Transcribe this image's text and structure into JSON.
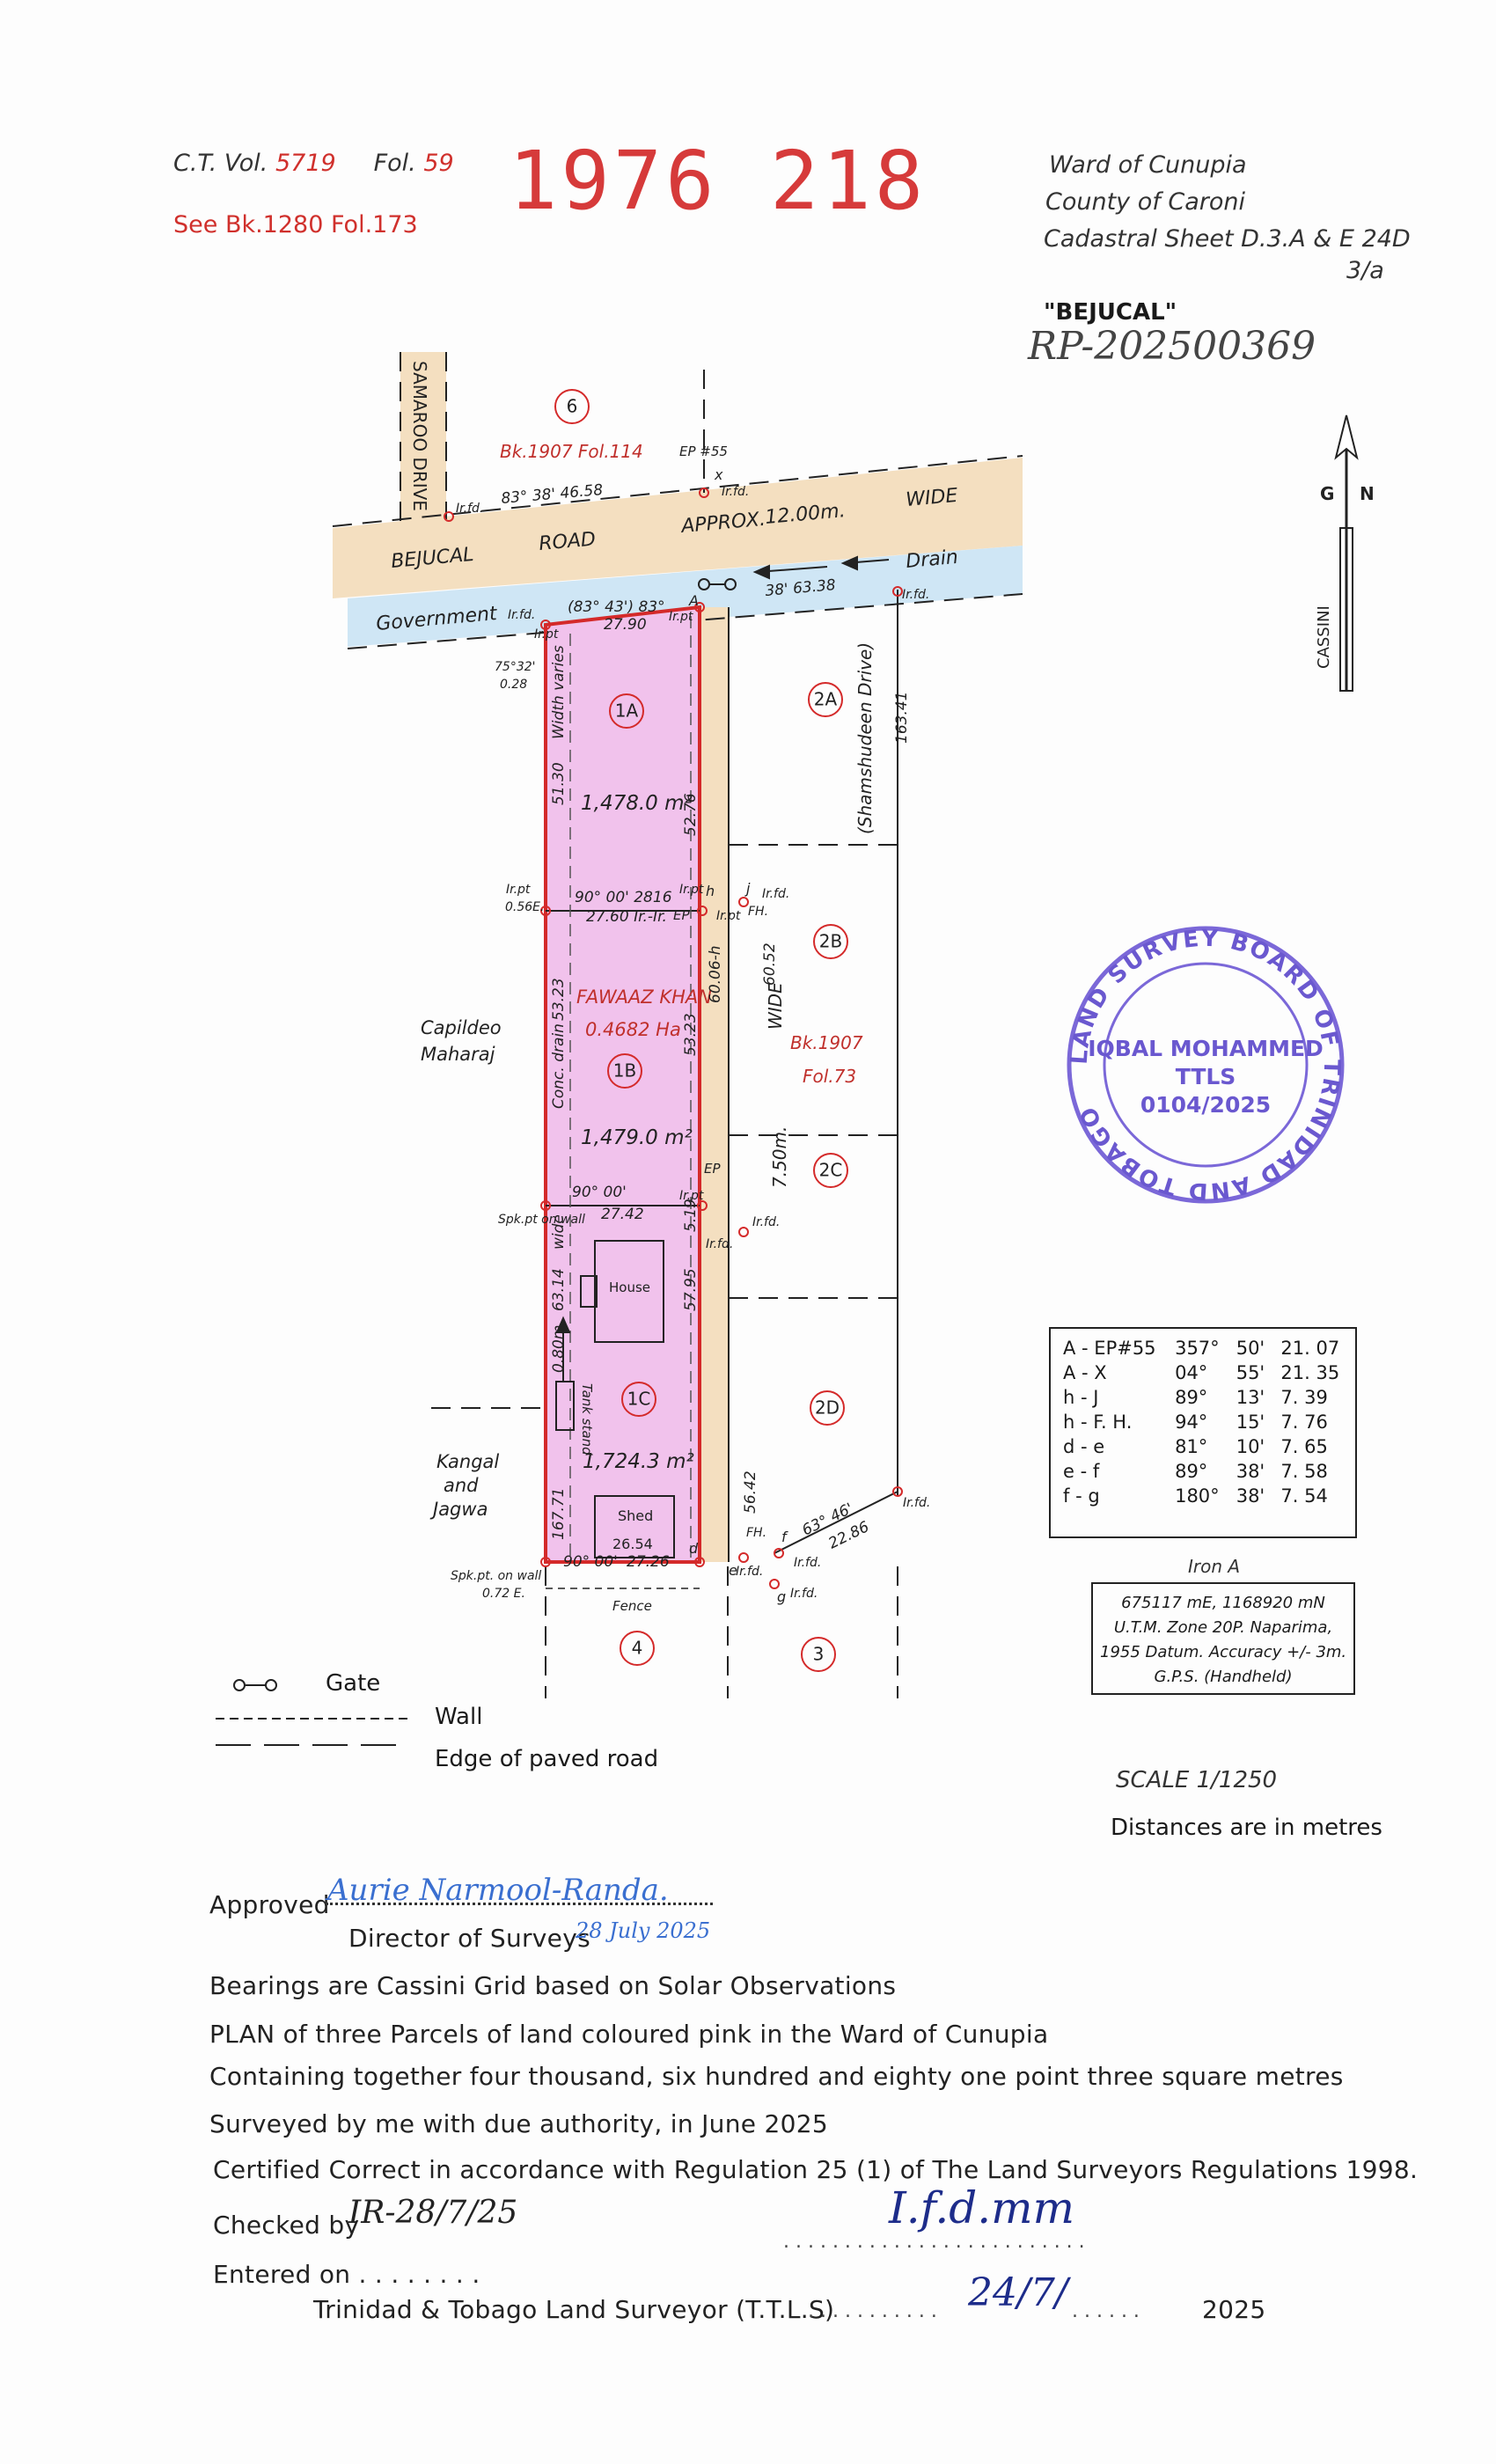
{
  "header": {
    "ct_vol_label": "C.T. Vol.",
    "ct_vol_value": "5719",
    "fol_label": "Fol.",
    "fol_value": "59",
    "see_ref": "See Bk.1280 Fol.173",
    "plan_number": "1976 218",
    "ward": "Ward of Cunupia",
    "county": "County of Caroni",
    "cadastral_sheet": "Cadastral Sheet D.3.A & E 24D",
    "cadastral_sub": "3/a",
    "locality": "\"BEJUCAL\"",
    "rp_number": "RP-202500369"
  },
  "plan": {
    "road_vertical": "SAMAROO DRIVE",
    "road_main_words": [
      "BEJUCAL",
      "ROAD",
      "APPROX.",
      "12.00m.",
      "WIDE"
    ],
    "drain_label": "Drain",
    "government_label": "Government",
    "ep55": "EP\n#55",
    "ep_label": "EP",
    "parcel_6": "6",
    "parcel_1A": "1A",
    "parcel_1B": "1B",
    "parcel_1C": "1C",
    "parcel_2A": "2A",
    "parcel_2B": "2B",
    "parcel_2C": "2C",
    "parcel_2D": "2D",
    "parcel_3": "3",
    "parcel_4": "4",
    "bk1907_top": "Bk.1907 Fol.114",
    "bk1907_side": "Bk.1907",
    "fol73": "Fol.73",
    "area_1A": "1,478.0 m²",
    "area_1B": "1,479.0 m²",
    "area_1C": "1,724.3 m²",
    "owner_name": "FAWAAZ KHAN",
    "owner_area": "0.4682 Ha",
    "shamshudeen": "(Shamshudeen Drive)",
    "wide_label": "WIDE",
    "width_750": "7.50m.",
    "capildeo": "Capildeo",
    "maharaj": "Maharaj",
    "kangal": "Kangal",
    "and": "and",
    "jagwa": "Jagwa",
    "house": "House",
    "tank_stand": "Tank stand",
    "shed": "Shed",
    "shed_dim": "26.54",
    "fence": "Fence",
    "spkpt_wall": "Spk.pt on wall",
    "spkpt_wall2": "Spk.pt. on wall",
    "spkpt_dist": "0.72 E.",
    "irpt_top": "Ir.pt",
    "irfd": "Ir.fd.",
    "fh": "FH.",
    "irpt_056": "0.56E.",
    "angle_7532": "75°32'",
    "d028": "0.28",
    "d2790": "27.90",
    "d2760": "27.60 Ir.-Ir.",
    "d2742": "27.42",
    "d2726": "27.26",
    "b90_00_2816": "90° 00' 2816",
    "b90_00": "90°   00'",
    "b90_00_bot": "90°   00'",
    "b83_43_83": "(83° 43') 83°",
    "b83_38_top": "83°    38'    46.58",
    "b38_6338": "38'    63.38",
    "d16341": "163.41",
    "d5130": "51.30",
    "width_varies": "Width varies",
    "d5323": "53.23",
    "conc_drain": "Conc. drain",
    "d5276": "52.76",
    "d6006": "60.06-h",
    "d6052": "60.52",
    "d5323b": "53.23",
    "d519": "5.19",
    "d6314": "63.14",
    "wide_v": "wide",
    "d080": "0.80m.",
    "d5795": "57.95",
    "d16771": "167.71",
    "d5642": "56.42",
    "d2286": "22.86",
    "b63_46": "63°  46'",
    "pt_a": "A",
    "pt_x": "x",
    "pt_h": "h",
    "pt_j": "j",
    "pt_d": "d",
    "pt_e": "e",
    "pt_f": "f",
    "pt_g": "g",
    "north_g": "G",
    "north_n": "N",
    "cassini": "CASSINI"
  },
  "stamp": {
    "ring_text": "LAND SURVEY BOARD OF TRINIDAD AND TOBAGO",
    "name": "IQBAL MOHAMMED",
    "title": "TTLS",
    "number": "0104/2025"
  },
  "bearing_table": [
    {
      "line": "A - EP#55",
      "deg": "357°",
      "min": "50'",
      "dist": "21. 07"
    },
    {
      "line": "A - X",
      "deg": "04°",
      "min": "55'",
      "dist": "21. 35"
    },
    {
      "line": "h - J",
      "deg": "89°",
      "min": "13'",
      "dist": "7. 39"
    },
    {
      "line": "h - F. H.",
      "deg": "94°",
      "min": "15'",
      "dist": "7. 76"
    },
    {
      "line": "d - e",
      "deg": "81°",
      "min": "10'",
      "dist": "7. 65"
    },
    {
      "line": "e - f",
      "deg": "89°",
      "min": "38'",
      "dist": "7. 58"
    },
    {
      "line": "f - g",
      "deg": "180°",
      "min": "38'",
      "dist": "7. 54"
    }
  ],
  "iron": {
    "title": "Iron A",
    "line1": "675117 mE, 1168920 mN",
    "line2": "U.T.M. Zone 20P. Naparima,",
    "line3": "1955 Datum. Accuracy +/- 3m.",
    "line4": "G.P.S. (Handheld)"
  },
  "legend": {
    "gate": "Gate",
    "wall": "Wall",
    "paved": "Edge of paved road"
  },
  "scale": {
    "scale": "SCALE   1/1250",
    "distances": "Distances are in metres"
  },
  "footer": {
    "approved": "Approved",
    "approved_sig": "Aurie Narmool-Randa.",
    "director": "Director of Surveys",
    "director_date": "28 July 2025",
    "bearings": "Bearings are Cassini Grid based on Solar Observations",
    "plan_line": "PLAN  of  three  Parcels  of  land  coloured  pink  in  the  Ward  of  Cunupia",
    "containing": "Containing  together  four  thousand,  six  hundred  and  eighty  one  point  three  square  metres",
    "surveyed": "Surveyed  by  me  with  due  authority,  in  June  2025",
    "certified": "Certified  Correct  in  accordance  with  Regulation  25  (1)  of  The  Land  Surveyors  Regulations  1998.",
    "checked": "Checked  by",
    "checked_sig": "IR-28/7/25",
    "entered": "Entered  on  .  .  .  .  .  .  .  .",
    "surveyor_sig": "I.f.d.mm",
    "sig_dots": ".  .  .  .  .  .  .  .  .  .  .  .  .  .  .  .  .  .  .  .  .  .  .  .  .",
    "tt_surveyor": "Trinidad  &  Tobago  Land  Surveyor  (T.T.L.S)",
    "date_dots": ".  .  .  .  .  .  .  .  .  .  .",
    "date_sig": "24/7/",
    "date_dots2": ".  .  .  .  .  .",
    "year": "2025"
  }
}
